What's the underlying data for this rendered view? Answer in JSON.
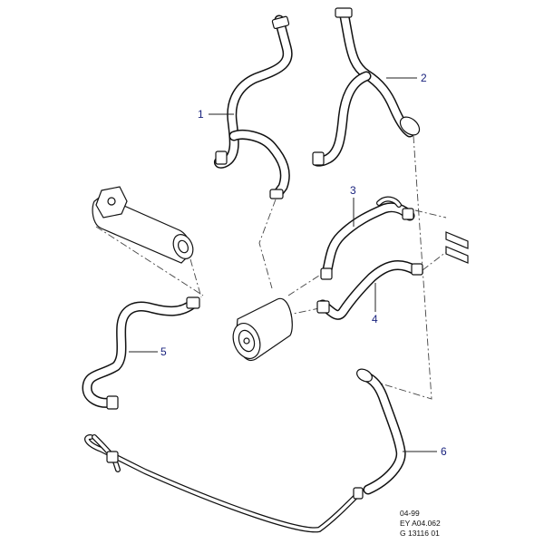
{
  "callouts": [
    {
      "id": "1",
      "label": "1"
    },
    {
      "id": "2",
      "label": "2"
    },
    {
      "id": "3",
      "label": "3"
    },
    {
      "id": "4",
      "label": "4"
    },
    {
      "id": "5",
      "label": "5"
    },
    {
      "id": "6",
      "label": "6"
    }
  ],
  "reference": {
    "date": "04-99",
    "code": "EY A04.062",
    "number": "G 13116 01"
  },
  "colors": {
    "callout_text": "#1a237e",
    "line_art": "#111111",
    "background": "#ffffff"
  }
}
